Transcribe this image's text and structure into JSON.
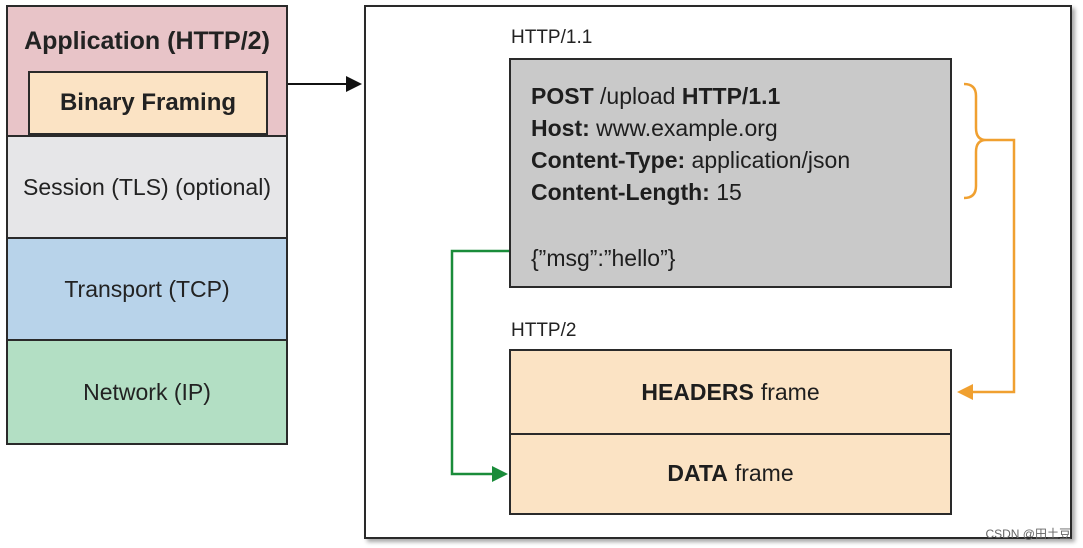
{
  "stack": {
    "application": "Application (HTTP/2)",
    "framing": "Binary Framing",
    "session": "Session (TLS) (optional)",
    "transport": "Transport (TCP)",
    "network": "Network (IP)"
  },
  "http11": {
    "label": "HTTP/1.1",
    "request_line": {
      "method": "POST",
      "path": " /upload ",
      "version": "HTTP/1.1"
    },
    "headers": [
      {
        "name": "Host:",
        "value": " www.example.org"
      },
      {
        "name": "Content-Type:",
        "value": " application/json"
      },
      {
        "name": "Content-Length:",
        "value": " 15"
      }
    ],
    "body": "{”msg”:”hello”}"
  },
  "http2": {
    "label": "HTTP/2",
    "headers_frame": {
      "name": "HEADERS",
      "suffix": "frame"
    },
    "data_frame": {
      "name": "DATA",
      "suffix": "frame"
    }
  },
  "colors": {
    "arrow_headers": "#f0a030",
    "arrow_data": "#1a8c3a",
    "arrow_main": "#111111"
  },
  "watermark": "CSDN @田土豆"
}
